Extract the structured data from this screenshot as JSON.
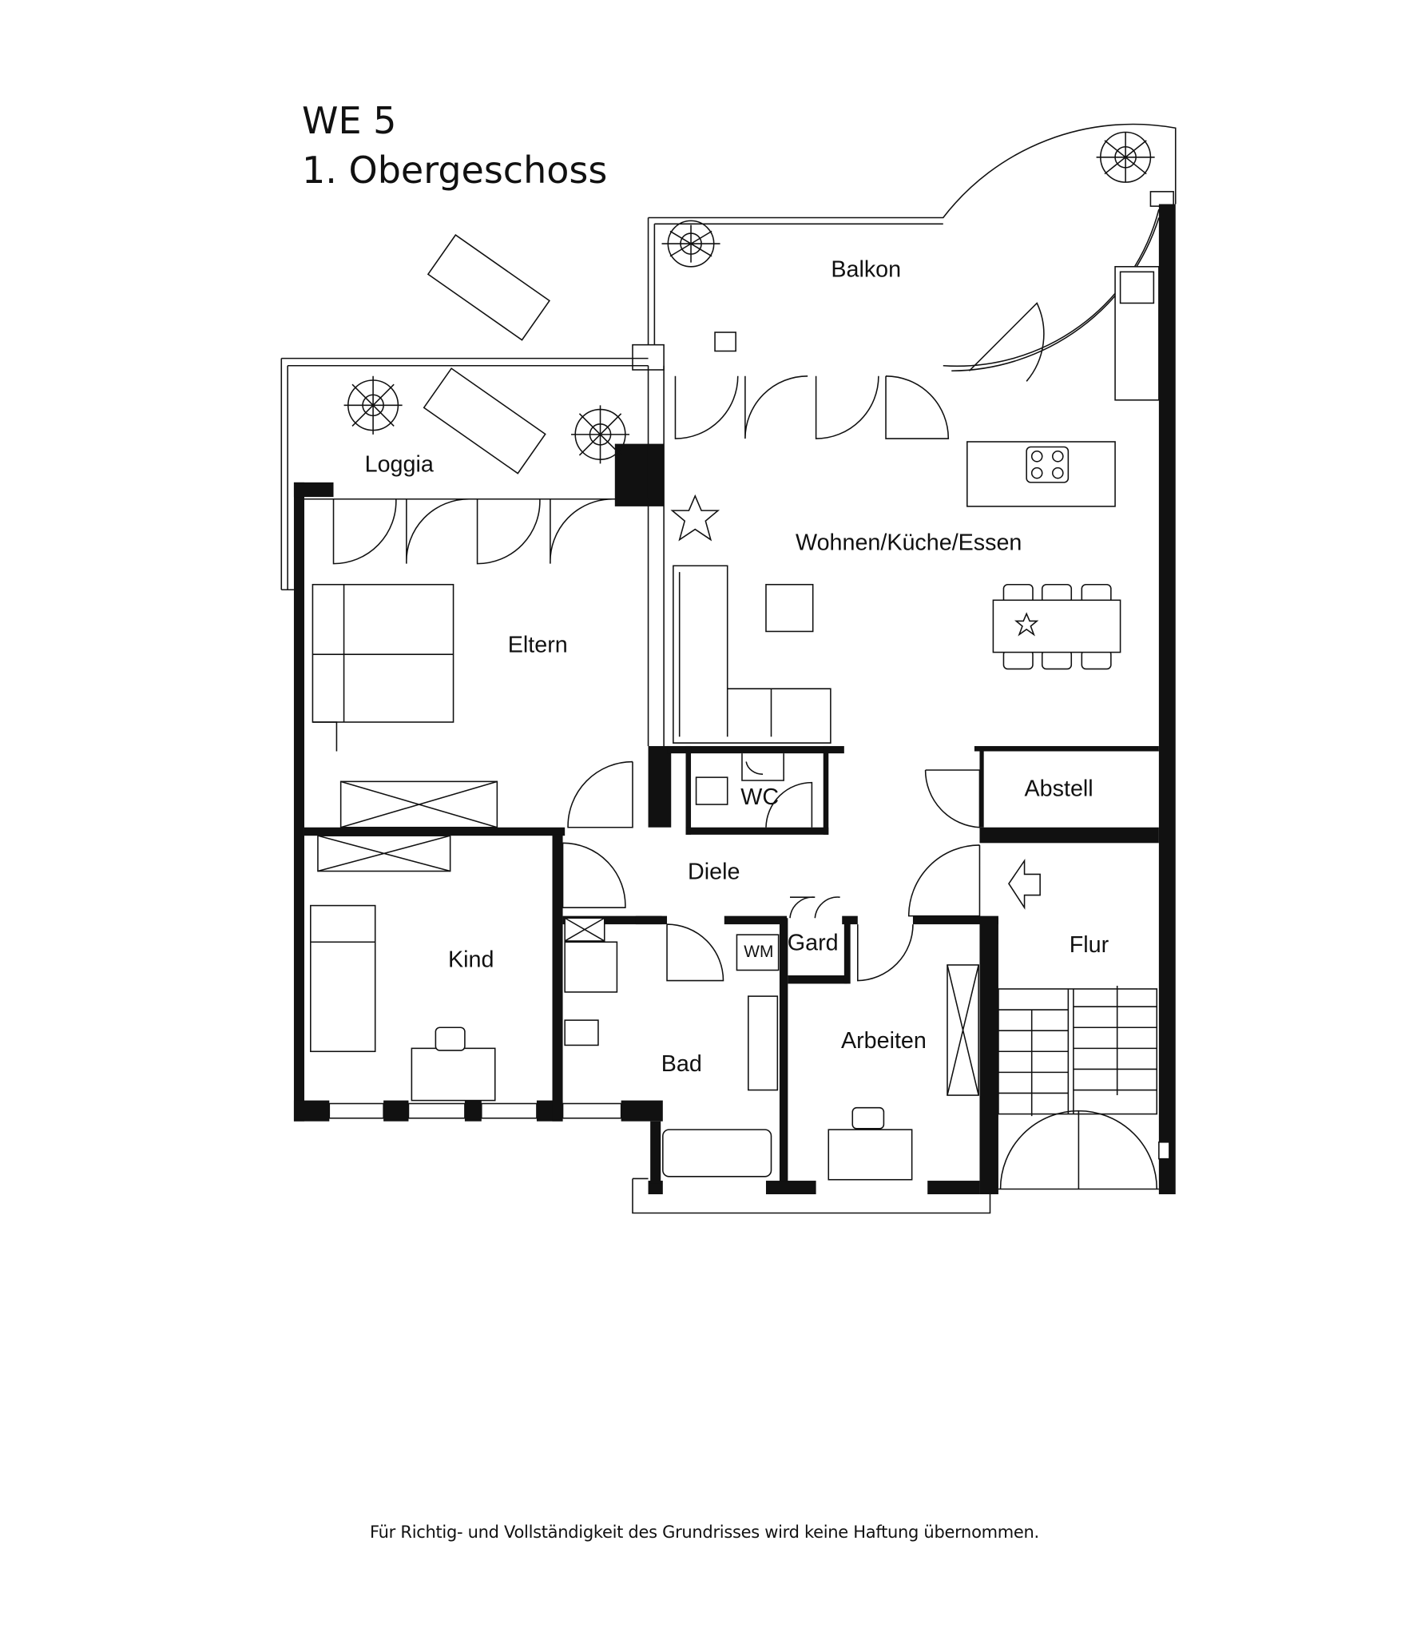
{
  "header": {
    "unit": "WE 5",
    "floor": "1. Obergeschoss"
  },
  "rooms": {
    "balkon": "Balkon",
    "loggia": "Loggia",
    "wohnen": "Wohnen/Küche/Essen",
    "eltern": "Eltern",
    "wc": "WC",
    "abstell": "Abstell",
    "diele": "Diele",
    "gard": "Gard",
    "wm": "WM",
    "flur": "Flur",
    "kind": "Kind",
    "arbeiten": "Arbeiten",
    "bad": "Bad"
  },
  "footer": {
    "disclaimer": "Für Richtig- und Vollständigkeit des Grundrisses wird keine Haftung übernommen."
  }
}
